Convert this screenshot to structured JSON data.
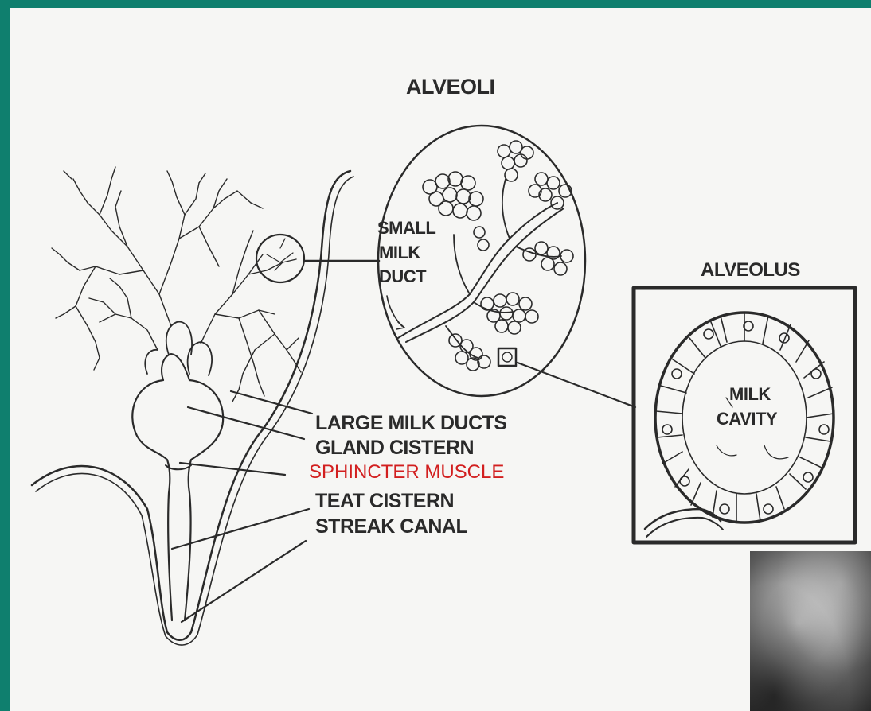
{
  "labels": {
    "alveoli": "ALVEOLI",
    "alveolus": "ALVEOLUS",
    "small_milk_duct": [
      "SMALL",
      "MILK",
      "DUCT"
    ],
    "milk_cavity": [
      "MILK",
      "CAVITY"
    ],
    "large_milk_ducts": "LARGE MILK DUCTS",
    "gland_cistern": "GLAND CISTERN",
    "sphincter_muscle": "SPHINCTER MUSCLE",
    "teat_cistern": "TEAT CISTERN",
    "streak_canal": "STREAK CANAL"
  },
  "colors": {
    "frame": "#0f7f6e",
    "background": "#f6f6f4",
    "ink": "#2a2a2a",
    "highlight_label": "#d21f1f"
  }
}
